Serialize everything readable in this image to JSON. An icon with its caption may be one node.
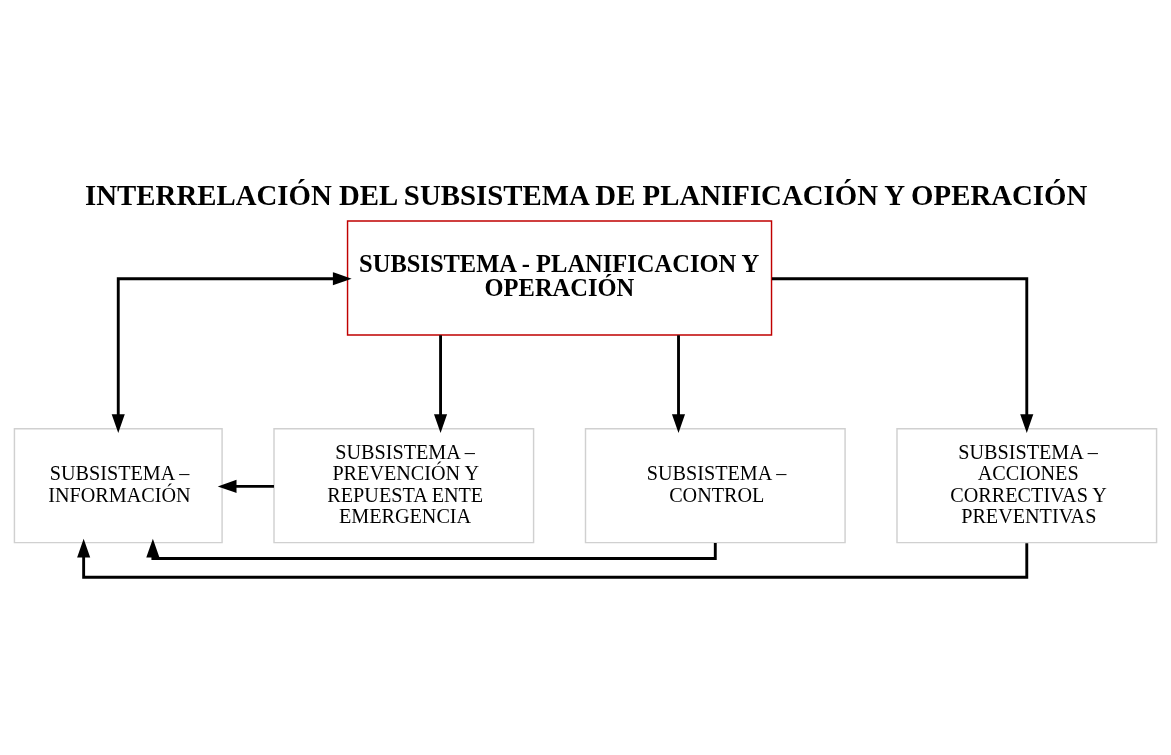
{
  "diagram": {
    "title": "INTERRELACIÓN DEL SUBSISTEMA DE PLANIFICACIÓN Y OPERACIÓN",
    "nodes": [
      {
        "text": [
          "SUBSISTEMA - PLANIFICACION Y OPERACIÓN"
        ]
      },
      {
        "text": [
          "SUBSISTEMA – INFORMACIÓN"
        ]
      },
      {
        "text": [
          "SUBSISTEMA – PREVENCIÓN Y REPUESTA ENTE EMERGENCIA"
        ]
      },
      {
        "text": [
          "SUBSISTEMA – CONTROL"
        ]
      },
      {
        "text": [
          "SUBSISTEMA – ACCIONES CORRECTIVAS Y PREVENTIVAS"
        ]
      }
    ],
    "edges": [
      {
        "from": 0,
        "to": 2,
        "arrow": "to"
      },
      {
        "from": 0,
        "to": 3,
        "arrow": "to"
      },
      {
        "from": 0,
        "to": 4,
        "arrow": "to"
      },
      {
        "from": 0,
        "to": 1,
        "arrow": "both"
      },
      {
        "from": 2,
        "to": 1,
        "arrow": "to"
      },
      {
        "from": 3,
        "to": 1,
        "arrow": "to"
      },
      {
        "from": 4,
        "to": 1,
        "arrow": "to"
      }
    ]
  }
}
